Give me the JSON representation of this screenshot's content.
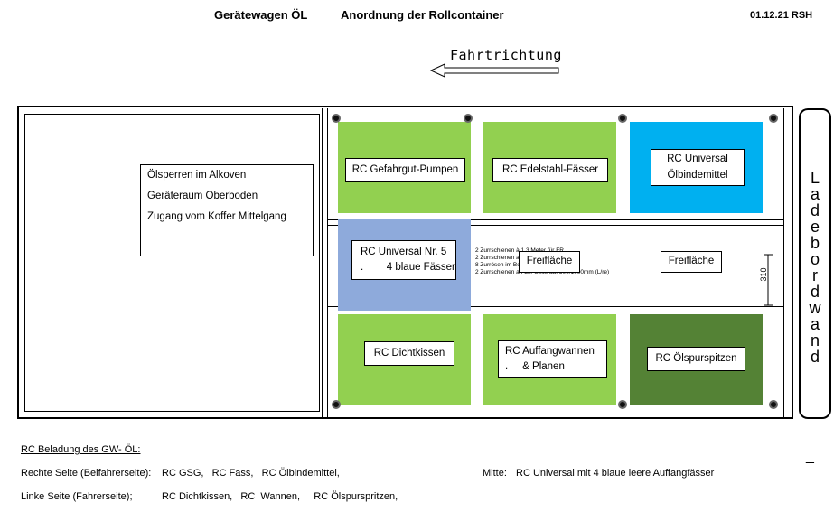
{
  "header": {
    "title_left": "Gerätewagen ÖL",
    "title_center": "Anordnung der Rollcontainer",
    "date": "01.12.21 RSH"
  },
  "direction": {
    "label": "Fahrtrichtung",
    "arrow": "left-arrow"
  },
  "left_section": {
    "lines": [
      "Ölsperren im Alkoven",
      "Geräteraum Oberboden",
      "Zugang vom Koffer Mittelgang"
    ]
  },
  "containers": {
    "top_1": {
      "line1": "RC  Gefahrgut-Pumpen",
      "color": "#92d050"
    },
    "top_2": {
      "line1": "RC  Edelstahl-Fässer",
      "color": "#92d050"
    },
    "top_3": {
      "line1": "RC  Universal",
      "line2": "Ölbindemittel",
      "color": "#00b0f0"
    },
    "mid_1": {
      "line1": "RC  Universal Nr. 5",
      "line2": ".        4 blaue Fässer",
      "color": "#8eaadb"
    },
    "mid_free_1": "Freifläche",
    "mid_free_2": "Freifläche",
    "mid_notes": [
      "2 Zurrschienen à 1,3 Meter für FR",
      "2 Zurrschienen an der Seite im Boden",
      "8 Zurrösen im Boden",
      "2 Zurrschienen an der Seite auf 500/1000mm (L/re)"
    ],
    "mid_dimension": "310",
    "bot_1": {
      "line1": "RC  Dichtkissen",
      "color": "#92d050"
    },
    "bot_2": {
      "line1": "RC  Auffangwannen",
      "line2": ".     & Planen",
      "color": "#92d050"
    },
    "bot_3": {
      "line1": "RC  Ölspurspitzen",
      "color": "#548235"
    }
  },
  "ladebordwand": {
    "letters": [
      "L",
      "a",
      "d",
      "e",
      "b",
      "o",
      "r",
      "d",
      "w",
      "a",
      "n",
      "d"
    ]
  },
  "side_mark": "_",
  "footer": {
    "heading": "RC Beladung des GW- ÖL:",
    "right_label": "Rechte Seite (Beifahrerseite):",
    "right_items": "RC GSG,   RC Fass,   RC Ölbindemittel,",
    "middle_label": "Mitte:",
    "middle_items": "RC Universal mit 4 blaue leere Auffangfässer",
    "left_label": "Linke Seite (Fahrerseite);",
    "left_items": "RC Dichtkissen,   RC  Wannen,     RC Ölspurspritzen,"
  }
}
